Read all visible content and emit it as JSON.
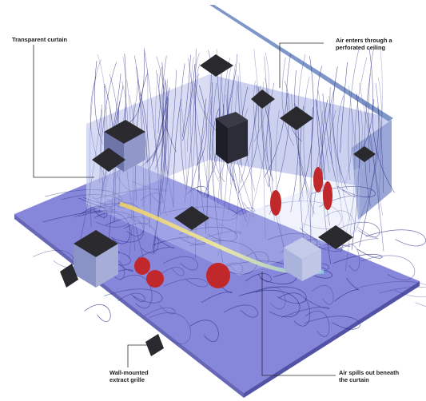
{
  "annotations": {
    "transparent_curtain": "Transparent curtain",
    "air_enters": [
      "Air enters through a",
      "perforated ceiling"
    ],
    "wall_grille": [
      "Wall-mounted",
      "extract grille"
    ],
    "air_spills": [
      "Air spills out beneath",
      "the curtain"
    ]
  },
  "colors": {
    "floor": "#7f7fd8",
    "wall": "#a9b3e2",
    "streamline": "#2c2f86",
    "cabinet": "#2a2a2e",
    "heat_source": "#c0282c",
    "ceiling_strip": "#7f96c9"
  }
}
